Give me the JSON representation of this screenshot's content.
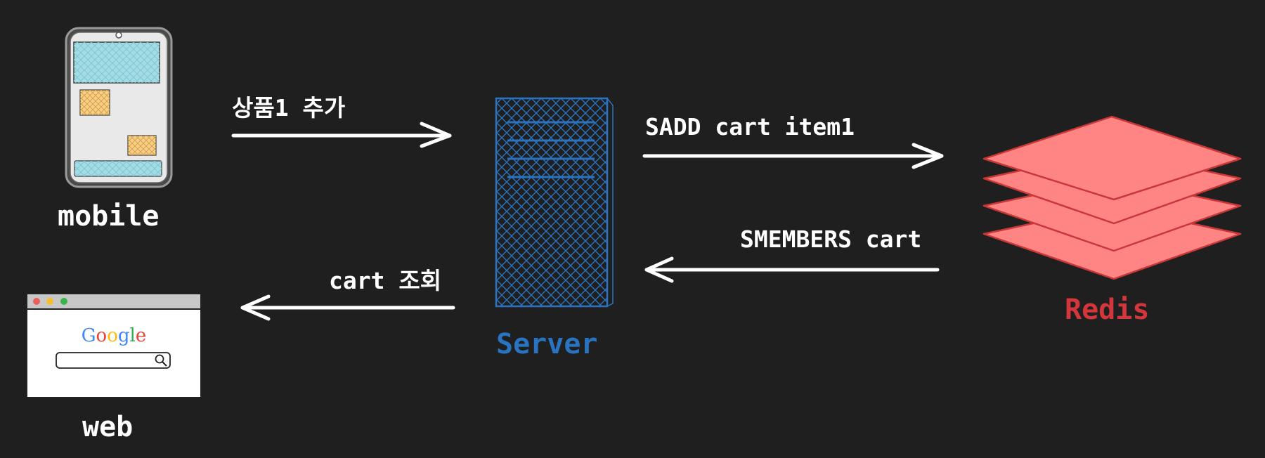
{
  "nodes": {
    "mobile": {
      "label": "mobile"
    },
    "web": {
      "label": "web",
      "browser_logo": "Google"
    },
    "server": {
      "label": "Server"
    },
    "redis": {
      "label": "Redis"
    }
  },
  "edges": {
    "mobile_to_server": {
      "label": "상품1 추가"
    },
    "server_to_web": {
      "label": "cart 조회"
    },
    "server_to_redis": {
      "label": "SADD cart item1"
    },
    "redis_to_server": {
      "label": "SMEMBERS cart"
    }
  },
  "colors": {
    "background": "#1f1f1f",
    "server": "#2a73c0",
    "redis_fill": "#ff8585",
    "redis_stroke": "#c93838",
    "redis_label": "#d4373b",
    "mobile_blue": "#a5dce3",
    "mobile_yellow": "#f7cf86",
    "arrow": "#ffffff"
  }
}
